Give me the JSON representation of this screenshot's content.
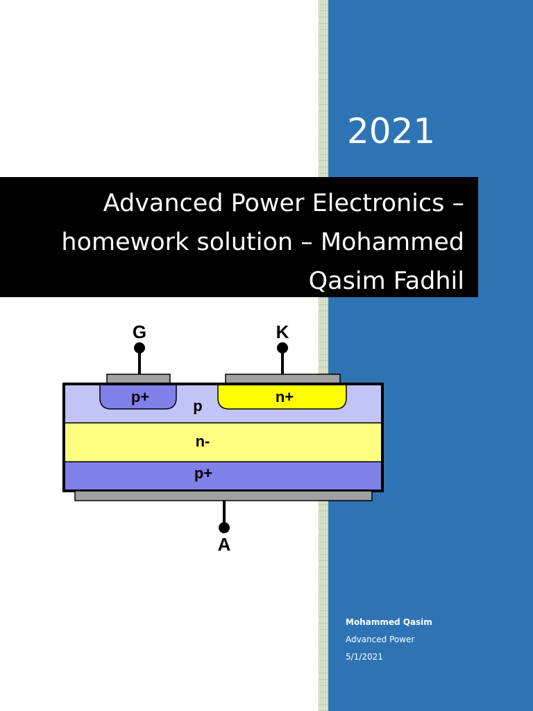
{
  "cover": {
    "year": "2021",
    "title": "Advanced Power Electronics – homework solution – Mohammed Qasim Fadhil"
  },
  "diagram": {
    "terminals": {
      "gate": "G",
      "cathode": "K",
      "anode": "A"
    },
    "regions": {
      "gate_p_plus": "p+",
      "cathode_n_plus": "n+",
      "p_layer": "p",
      "n_drift": "n-",
      "p_plus_substrate": "p+"
    },
    "colors": {
      "p_plus": "#7f80e8",
      "p": "#c2c3f7",
      "n_plus": "#ffff00",
      "n_minus": "#ffff80",
      "metal": "#a0a0a0"
    }
  },
  "meta": {
    "author": "Mohammed Qasim",
    "course": "Advanced Power",
    "date": "5/1/2021"
  }
}
